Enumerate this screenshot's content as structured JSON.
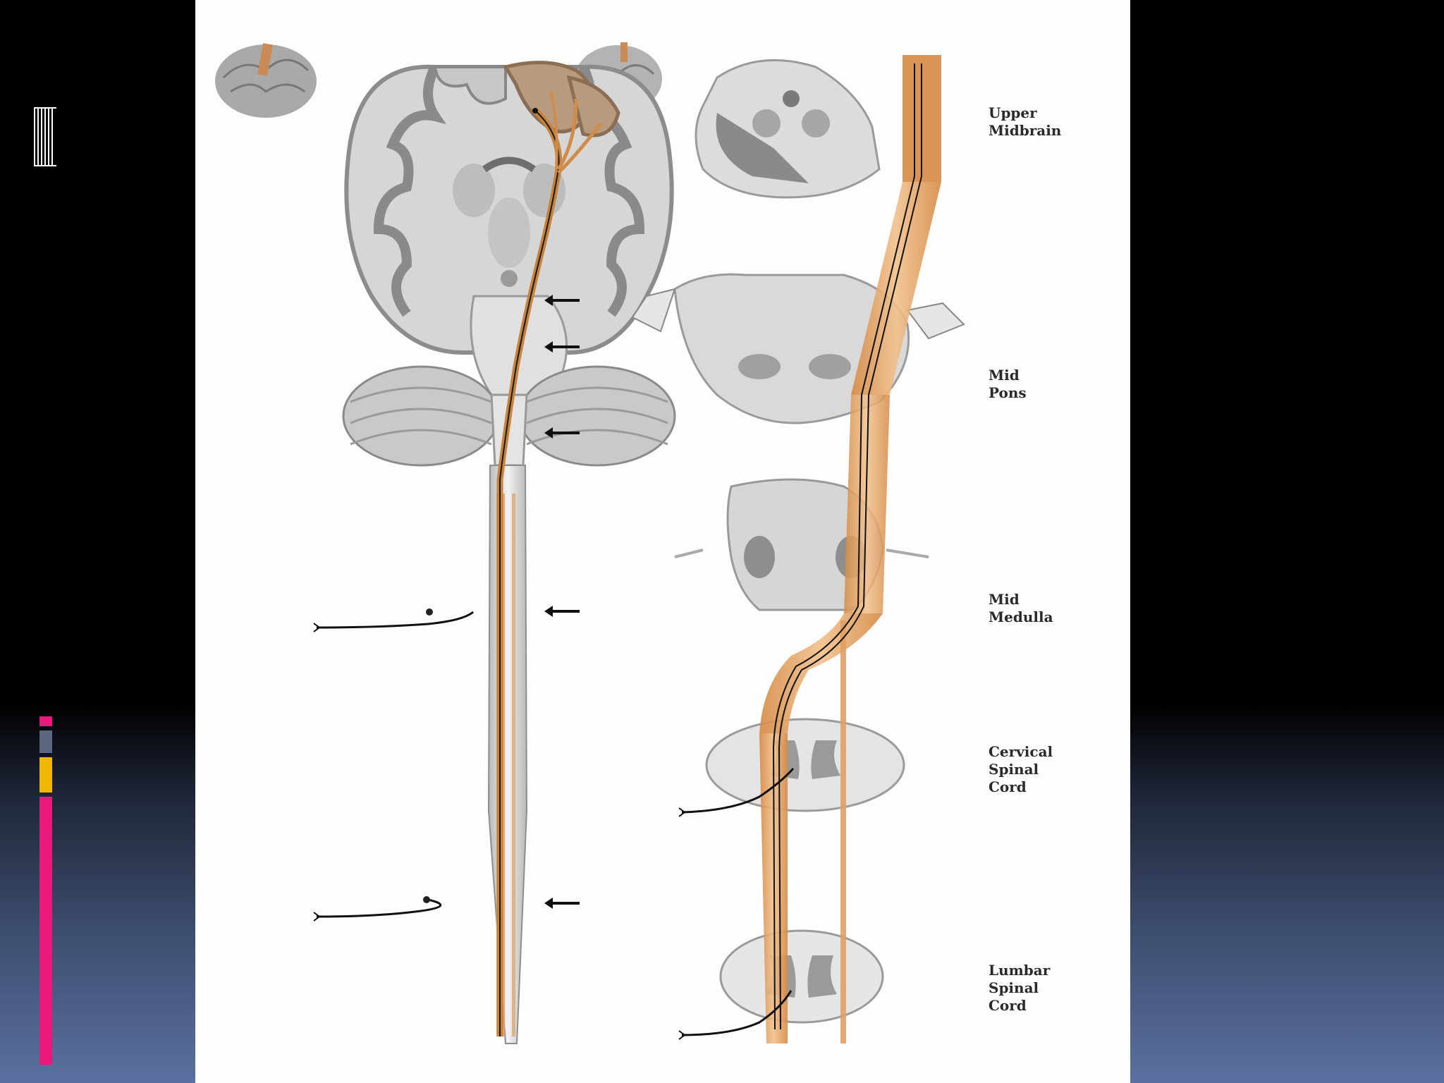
{
  "labels": {
    "upper_midbrain": "Upper\nMidbrain",
    "mid_pons": "Mid\nPons",
    "mid_medulla": "Mid\nMedulla",
    "cervical": "Cervical\nSpinal\nCord",
    "lumbar": "Lumbar\nSpinal\nCord"
  },
  "colors": {
    "tract": "#e0a060",
    "tract_dark": "#b86e2e",
    "cortex_highlight": "#b89a7e",
    "tissue": "#d2d2d2",
    "tissue_dark": "#8a8a8a",
    "accent_pink": "#e8197a",
    "accent_gray": "#5c6680",
    "accent_yellow": "#f2b705"
  },
  "icons": [
    "slide-grid-icon",
    "arrow-left-icon"
  ]
}
